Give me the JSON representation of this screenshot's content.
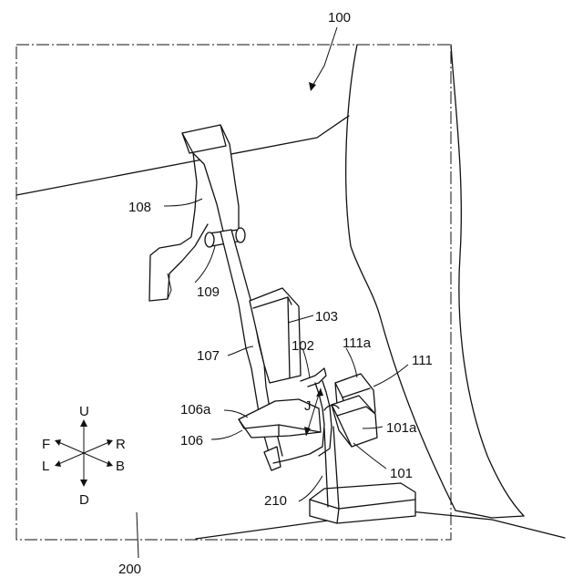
{
  "labels": {
    "vehicle": "100",
    "floor": "200",
    "pedal_device": "101",
    "pedal_pad_face": "101a",
    "rod": "102",
    "box": "103",
    "foot_rest": "106",
    "foot_rest_face": "106a",
    "arm": "107",
    "bracket": "108",
    "pivot": "109",
    "block": "111",
    "block_face": "111a",
    "base": "210",
    "motion": "J"
  },
  "direction_indicator": {
    "up": "U",
    "down": "D",
    "front": "F",
    "rear": "R",
    "left": "L",
    "back": "B"
  },
  "colors": {
    "line": "#111111",
    "background": "#ffffff"
  }
}
